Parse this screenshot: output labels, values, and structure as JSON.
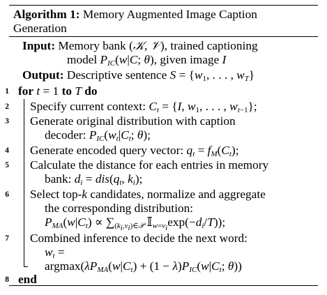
{
  "algorithm": {
    "label": "Algorithm 1:",
    "title_line1": "Memory Augmented Image Caption",
    "title_line2": "Generation",
    "input_label": "Input:",
    "input_line1": "Memory bank (𝒦, 𝒱), trained captioning",
    "input_line2": "model P_IC(w|C; θ), given image I",
    "output_label": "Output:",
    "output_text": "Descriptive sentence S = {w₁, . . . , w_T}",
    "steps": [
      {
        "num": "1",
        "text": "for t = 1 to T do"
      },
      {
        "num": "2",
        "text": "Specify current context: C_t = {I, w₁, . . . , w_{t−1}};"
      },
      {
        "num": "3",
        "text": "Generate original distribution with caption decoder: P_IC(w_t|C_t; θ);"
      },
      {
        "num": "4",
        "text": "Generate encoded query vector: q_t = f_M(C_t);"
      },
      {
        "num": "5",
        "text": "Calculate the distance for each entries in memory bank: d_i = dis(q_t, k_i);"
      },
      {
        "num": "6",
        "text": "Select top-k candidates, normalize and aggregate the corresponding distribution: P_MA(w|C_t) ∝ Σ_{(k_i,v_i)∈𝒫} 𝕀_{w=v_i} exp(−d_i/T));"
      },
      {
        "num": "7",
        "text": "Combined inference to decide the next word: w_t = argmax(λP_MA(w|C_t) + (1 − λ)P_IC(w|C_t; θ))"
      },
      {
        "num": "8",
        "text": "end"
      }
    ]
  }
}
